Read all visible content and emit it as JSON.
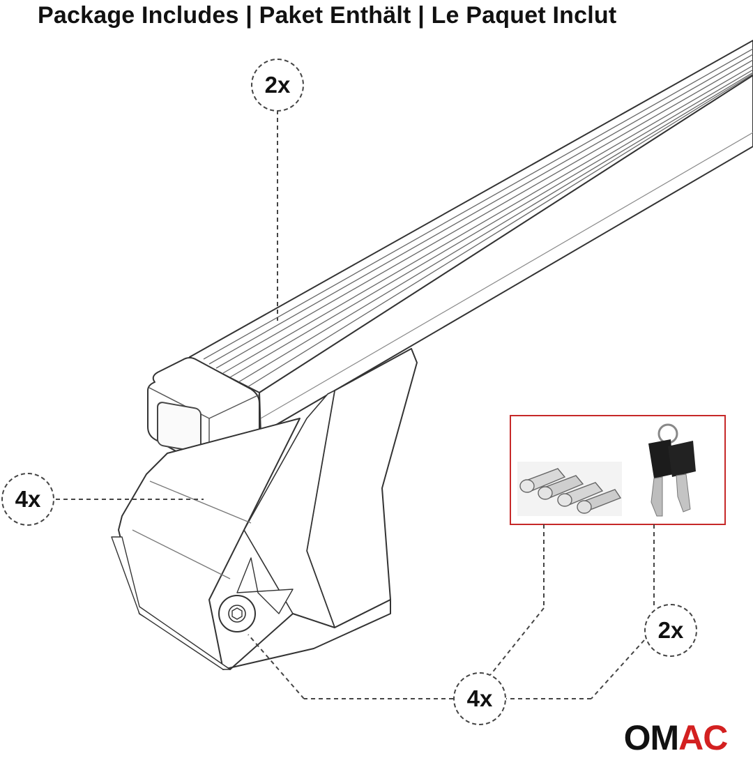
{
  "header": {
    "title": "Package Includes | Paket Enthält | Le Paquet Inclut"
  },
  "callouts": {
    "crossbar_qty": "2x",
    "feet_qty": "4x",
    "lock_cylinders_qty": "4x",
    "keys_qty": "2x"
  },
  "logo": {
    "part1": "OM",
    "part2": "AC"
  },
  "colors": {
    "accent": "#d32020",
    "line": "#333333",
    "text": "#111111"
  }
}
